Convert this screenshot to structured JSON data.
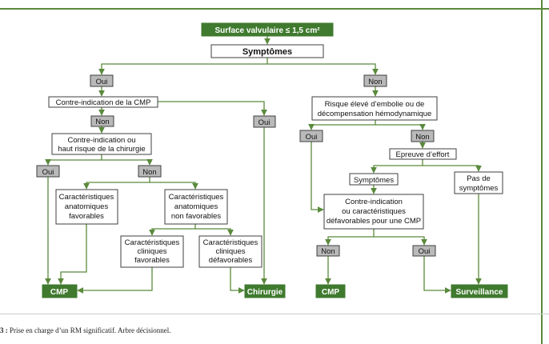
{
  "nodes": {
    "surface": "Surface valvulaire ≤ 1,5 cm²",
    "symptomes": "Symptômes",
    "oui1": "Oui",
    "non1": "Non",
    "ci_cmp": "Contre-indication de la CMP",
    "oui_ci_cmp": "Oui",
    "non_ci_cmp": "Non",
    "ci_chir": [
      "Contre-indication ou",
      "haut risque de la chirurgie"
    ],
    "oui_ci_chir": "Oui",
    "non_ci_chir": "Non",
    "anat_fav": [
      "Caractéristiques",
      "anatomiques",
      "favorables"
    ],
    "anat_nonfav": [
      "Caractéristiques",
      "anatomiques",
      "non favorables"
    ],
    "clin_fav": [
      "Caractéristiques",
      "cliniques",
      "favorables"
    ],
    "clin_defav": [
      "Caractéristiques",
      "cliniques",
      "défavorables"
    ],
    "cmp_left": "CMP",
    "chirurgie": "Chirurgie",
    "risque": [
      "Risque élevé d’embolie ou de",
      "décompensation hémodynamique"
    ],
    "oui_risque": "Oui",
    "non_risque": "Non",
    "epreuve": "Epreuve d’effort",
    "symptomes2": "Symptômes",
    "pas_symptomes": [
      "Pas de",
      "symptômes"
    ],
    "ci_defav": [
      "Contre-indication",
      "ou caractéristiques",
      "défavorables pour une CMP"
    ],
    "non_final": "Non",
    "oui_final": "Oui",
    "cmp_right": "CMP",
    "surveillance": "Surveillance"
  },
  "caption": {
    "prefix": "3 :",
    "text": " Prise en charge d’un RM significatif. Arbre décisionnel."
  },
  "colors": {
    "green": "#3f7a2e",
    "edge": "#5a8a3c",
    "gray": "#b9b9b9"
  }
}
